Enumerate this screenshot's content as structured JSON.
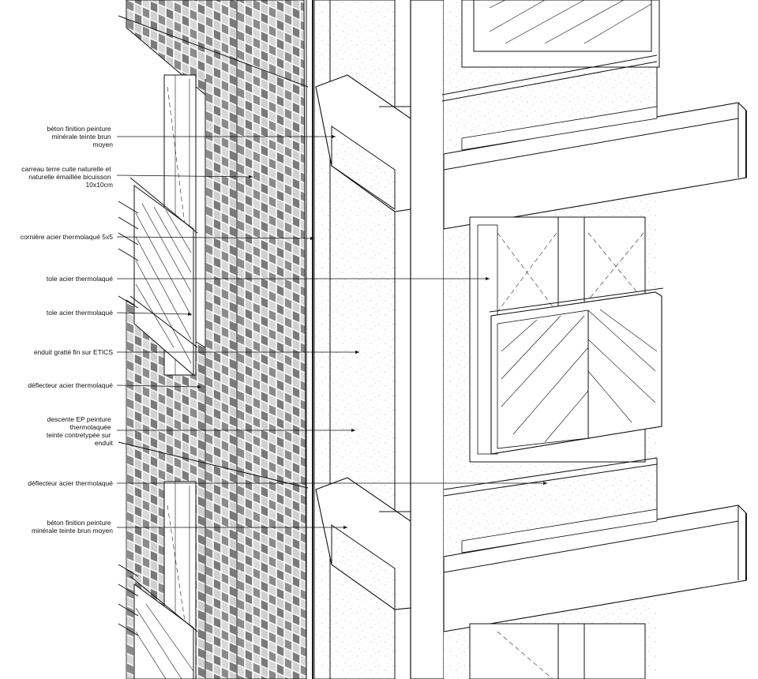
{
  "annotations": [
    {
      "id": "beton-1",
      "lines": [
        "béton finition peinture",
        "minérale teinte brun",
        "moyen"
      ]
    },
    {
      "id": "carreau",
      "lines": [
        "carreau terre cuite naturelle et",
        "naturelle émaillée bicuisson",
        "10x10cm"
      ]
    },
    {
      "id": "corniere",
      "lines": [
        "cornière acier thermolaqué 5x5"
      ]
    },
    {
      "id": "tole-1",
      "lines": [
        "tole acier thermolaqué"
      ]
    },
    {
      "id": "tole-2",
      "lines": [
        "tole acier thermolaqué"
      ]
    },
    {
      "id": "enduit",
      "lines": [
        "enduit gratté fin sur ETICS"
      ]
    },
    {
      "id": "deflecteur-1",
      "lines": [
        "déflecteur acier thermolaqué"
      ]
    },
    {
      "id": "descente",
      "lines": [
        "descente EP peinture",
        "thermolaquée",
        "teinte contretypée sur",
        "enduit"
      ]
    },
    {
      "id": "deflecteur-2",
      "lines": [
        "déflecteur acier thermolaqué"
      ]
    },
    {
      "id": "beton-2",
      "lines": [
        "béton finition peinture",
        "minérale teinte brun moyen"
      ]
    }
  ]
}
